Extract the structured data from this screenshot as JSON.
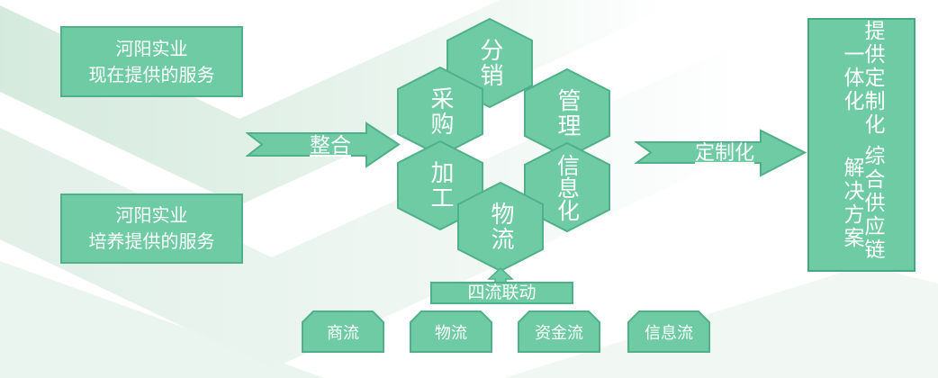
{
  "palette": {
    "shape_fill": "#6ecba4",
    "shape_border": "#4fb189",
    "text": "#ffffff",
    "bg_band_1": "#d3e9dc",
    "bg_band_2": "#e0efe7"
  },
  "left_boxes": {
    "current": {
      "line1": "河阳实业",
      "line2": "现在提供的服务"
    },
    "future": {
      "line1": "河阳实业",
      "line2": "培养提供的服务"
    }
  },
  "arrows": {
    "integrate": {
      "label": "整合"
    },
    "customize": {
      "label": "定制化"
    }
  },
  "hexagons": {
    "distribution": {
      "label": "分销"
    },
    "procurement": {
      "label": "采购"
    },
    "management": {
      "label": "管理"
    },
    "processing": {
      "label": "加工"
    },
    "informatization": {
      "label": "信息化"
    },
    "logistics": {
      "label": "物流"
    }
  },
  "result_box": {
    "column_right": "提供定制化一体化",
    "column_left": "综合供应链解决方案"
  },
  "four_flows": {
    "title": "四流联动",
    "items": {
      "business": "商流",
      "logistics": "物流",
      "capital": "资金流",
      "information": "信息流"
    }
  }
}
